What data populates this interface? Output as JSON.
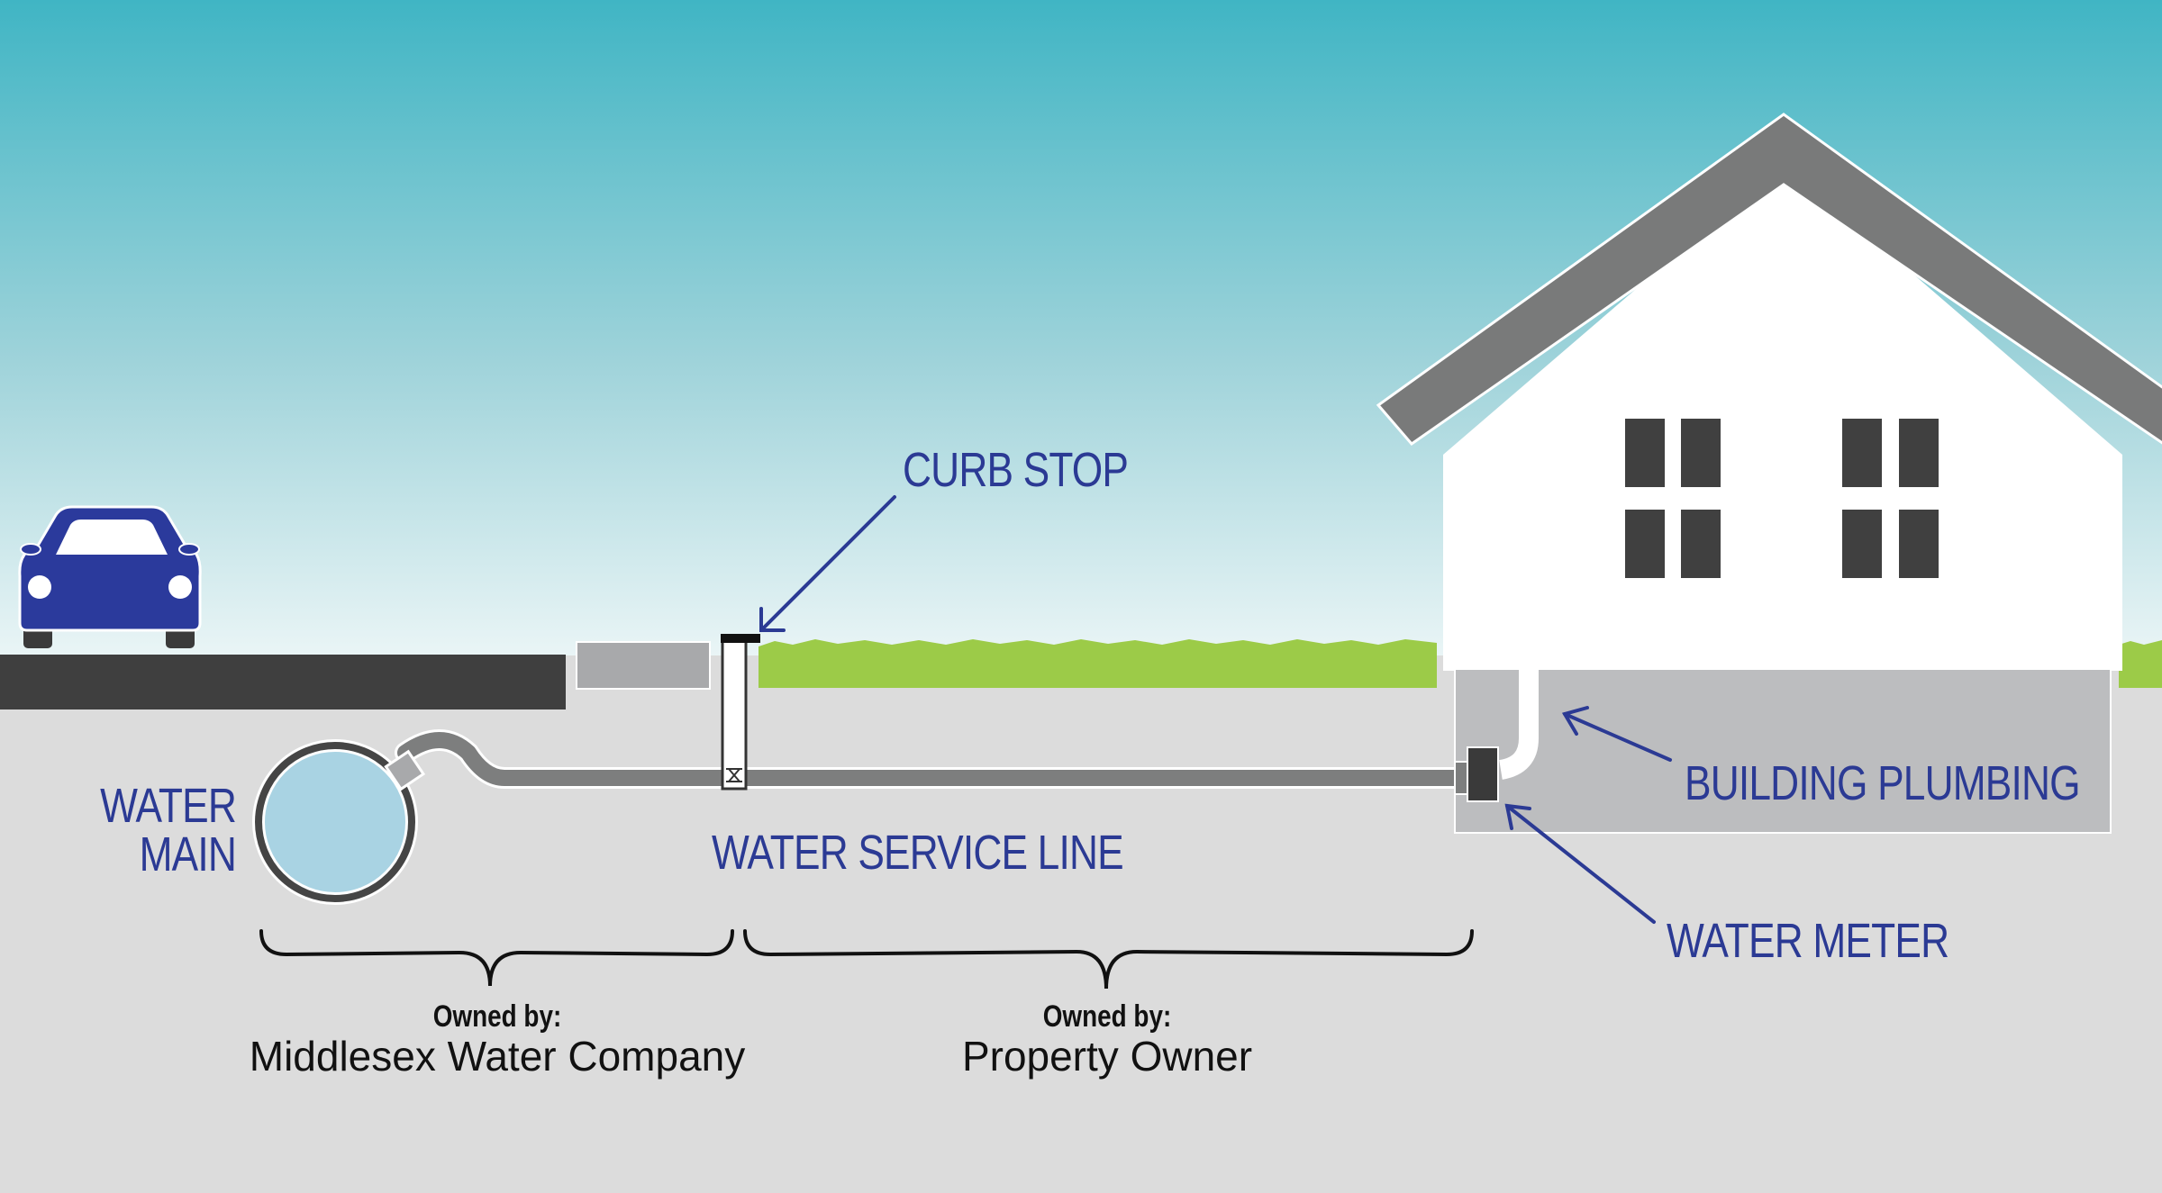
{
  "labels": {
    "curb_stop": "CURB STOP",
    "water_main_line1": "WATER",
    "water_main_line2": "MAIN",
    "water_service_line": "WATER SERVICE LINE",
    "building_plumbing": "BUILDING PLUMBING",
    "water_meter": "WATER METER"
  },
  "ownership": [
    {
      "heading": "Owned by:",
      "owner": "Middlesex Water Company"
    },
    {
      "heading": "Owned by:",
      "owner": "Property Owner"
    }
  ],
  "colors": {
    "sky_top": "#40b5c4",
    "sky_bottom": "#e6f3f4",
    "ground": "#dcdcdc",
    "road": "#3f3f3f",
    "grass": "#9ccb48",
    "label_blue": "#2b3a94",
    "car": "#2b3a9c",
    "roof": "#797a7a",
    "house": "#ffffff",
    "window": "#404040",
    "basement": "#bcbdbf",
    "pipe": "#7d7e7e",
    "water": "#a9d3e3"
  },
  "icons": [
    "car-icon",
    "house-icon",
    "water-main-pipe-icon",
    "curb-stop-valve-icon",
    "water-meter-icon"
  ]
}
